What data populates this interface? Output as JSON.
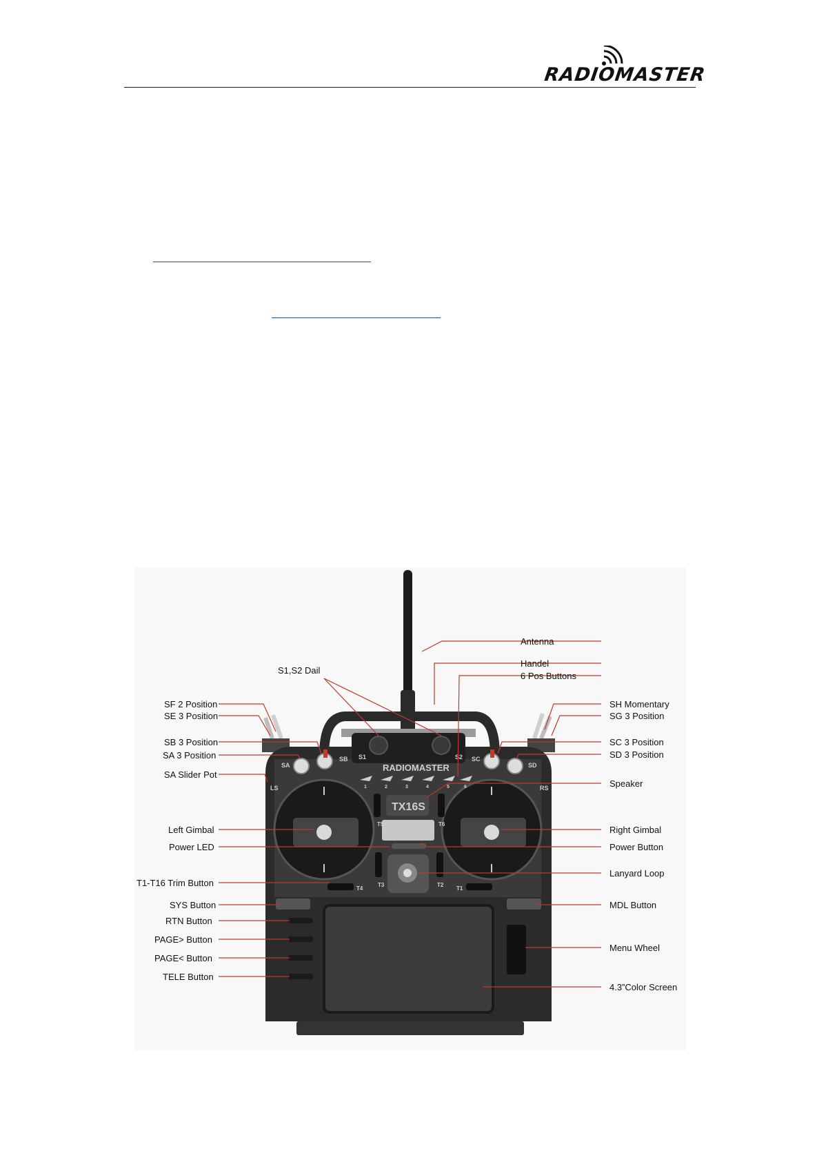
{
  "header": {
    "logo_text": "RADIOMASTER"
  },
  "device": {
    "switch_labels": [
      "SA",
      "SB",
      "SC",
      "SD",
      "LS",
      "RS",
      "S1",
      "S2"
    ],
    "trim_labels": [
      "T5",
      "T6",
      "T3",
      "T2",
      "T4",
      "T1"
    ],
    "brand_on_panel": "RADIOMASTER",
    "model_badge": "TX16S",
    "pos_button_numbers": [
      "1",
      "2",
      "3",
      "4",
      "5",
      "6"
    ]
  },
  "callouts": {
    "left": [
      "SF 2 Position",
      "SE 3 Position",
      "SB 3 Position",
      "SA 3 Position",
      "SA Slider Pot",
      "Left Gimbal",
      "Power LED",
      "T1-T16 Trim Button",
      "SYS Button",
      "RTN Button",
      "PAGE> Button",
      "PAGE< Button",
      "TELE Button"
    ],
    "right": [
      "Antenna",
      "Handel",
      "6 Pos Buttons",
      "SH Momentary",
      "SG 3 Position",
      "SC 3 Position",
      "SD 3 Position",
      "Speaker",
      "Right Gimbal",
      "Power Button",
      "Lanyard Loop",
      "MDL Button",
      "Menu Wheel",
      "4.3”Color Screen"
    ],
    "top": "S1,S2 Dail"
  },
  "colors": {
    "callout_line": "#c0392b",
    "link_underline": "#1f4e9a",
    "body": "#2b2b2b"
  }
}
